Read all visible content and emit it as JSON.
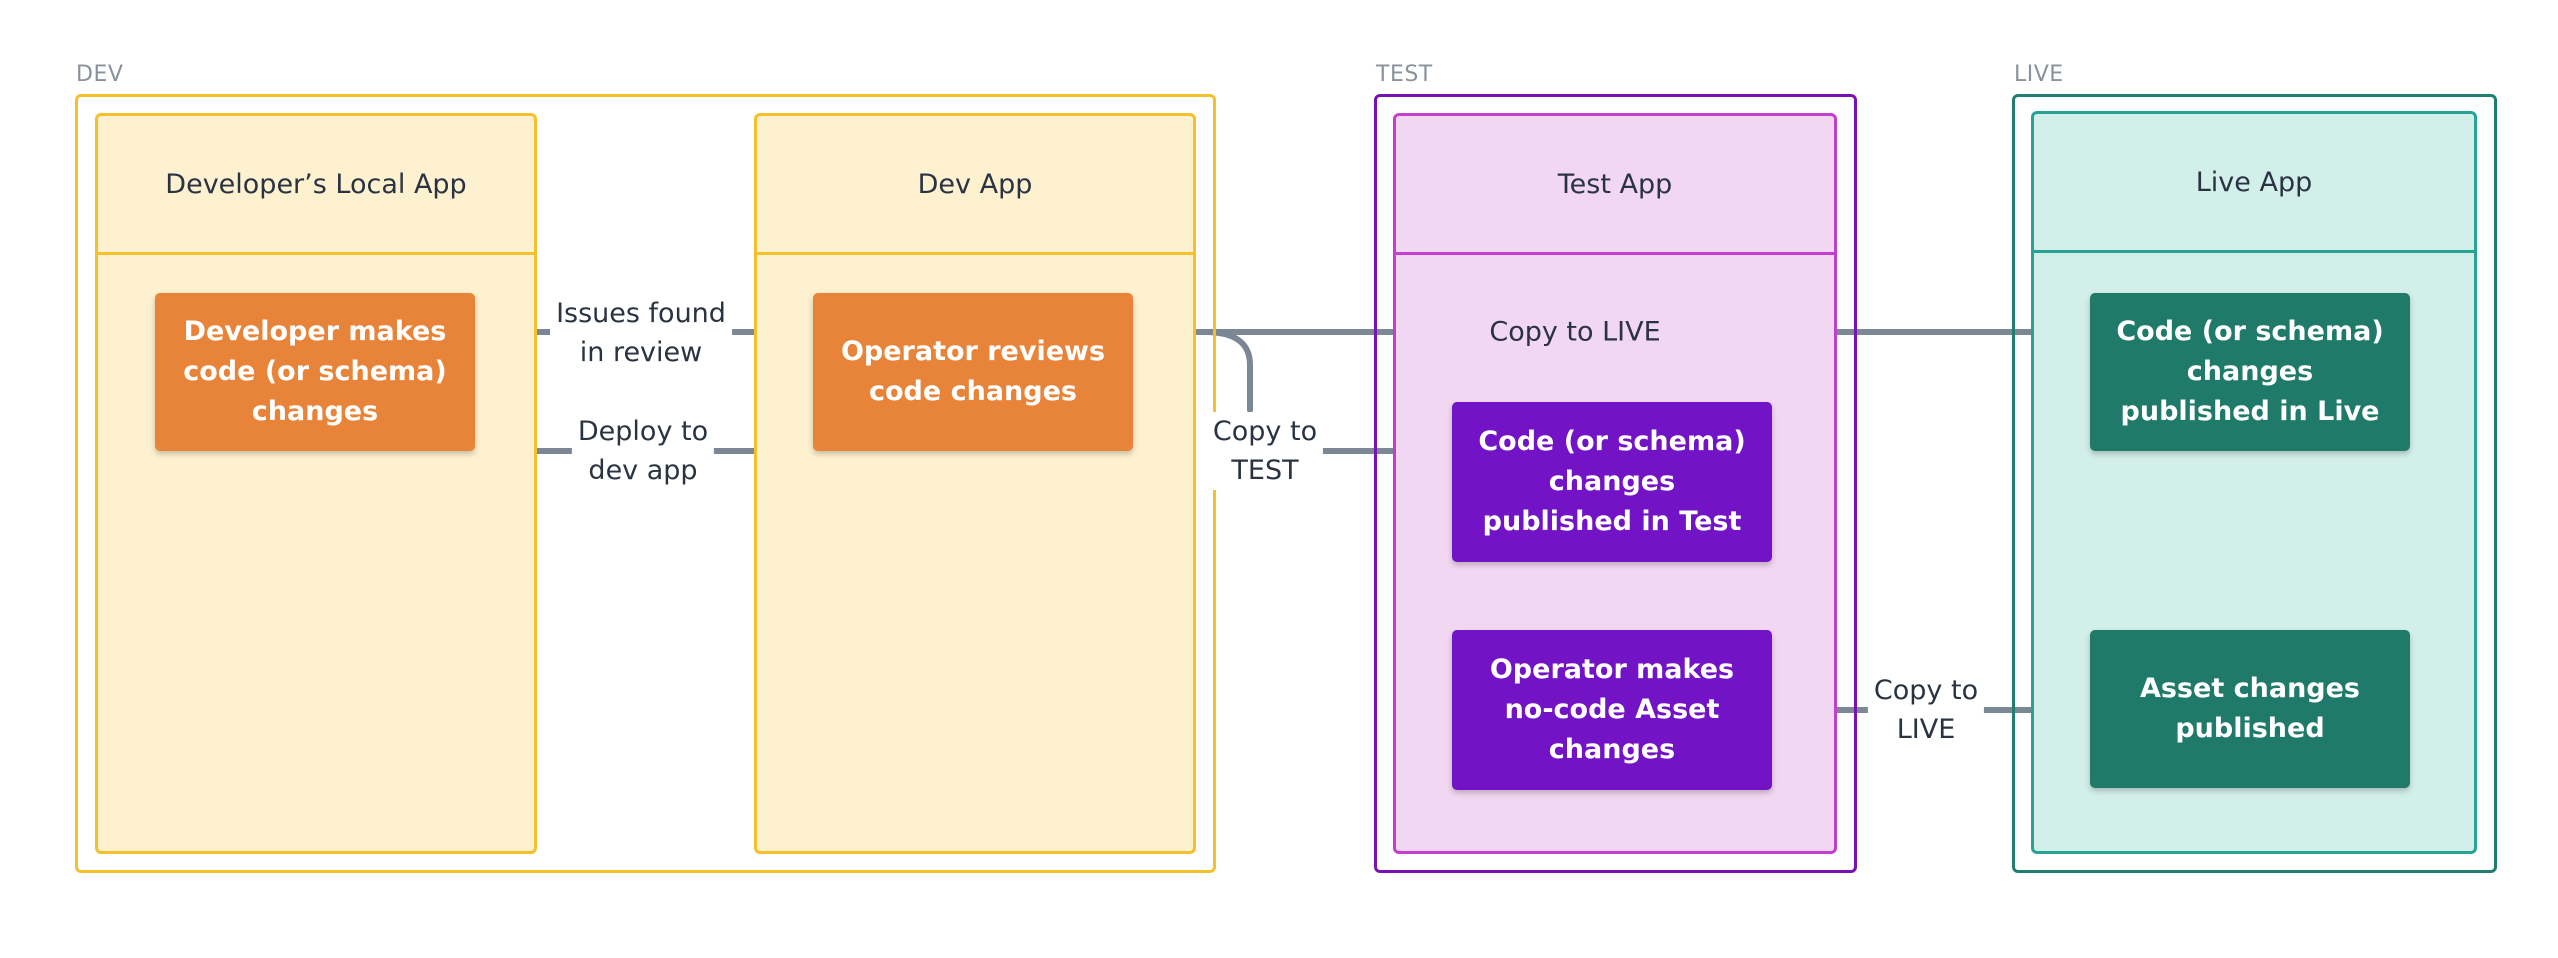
{
  "colors": {
    "dev": "#f5c02c",
    "dev_fill": "#fdf1cf",
    "dev_text": "#8a919c",
    "test": "#7a12b3",
    "test_inner": "#c43fcf",
    "test_fill": "#f2d7f2",
    "live": "#1e7f6e",
    "live_inner": "#27a394",
    "live_fill": "#d3efea",
    "orange_card": "#e8843a",
    "purple_card": "#7213c6",
    "teal_card": "#1f7a69",
    "arrow": "#7b8794"
  },
  "environments": {
    "dev": {
      "label": "DEV"
    },
    "test": {
      "label": "TEST"
    },
    "live": {
      "label": "LIVE"
    }
  },
  "columns": {
    "local": "Developer’s Local App",
    "dev": "Dev App",
    "test": "Test App",
    "live": "Live App"
  },
  "cards": {
    "dev_changes": "Developer makes code (or schema) changes",
    "operator_reviews": "Operator reviews code changes",
    "published_test": "Code (or schema) changes published in Test",
    "operator_nocode": "Operator makes no-code Asset changes",
    "published_live": "Code (or schema) changes published in Live",
    "asset_published": "Asset changes published"
  },
  "edges": {
    "issues": "Issues found\nin review",
    "deploy": "Deploy to\ndev app",
    "copy_test": "Copy to\nTEST",
    "copy_live_top": "Copy to LIVE",
    "copy_live_bottom": "Copy to\nLIVE"
  }
}
